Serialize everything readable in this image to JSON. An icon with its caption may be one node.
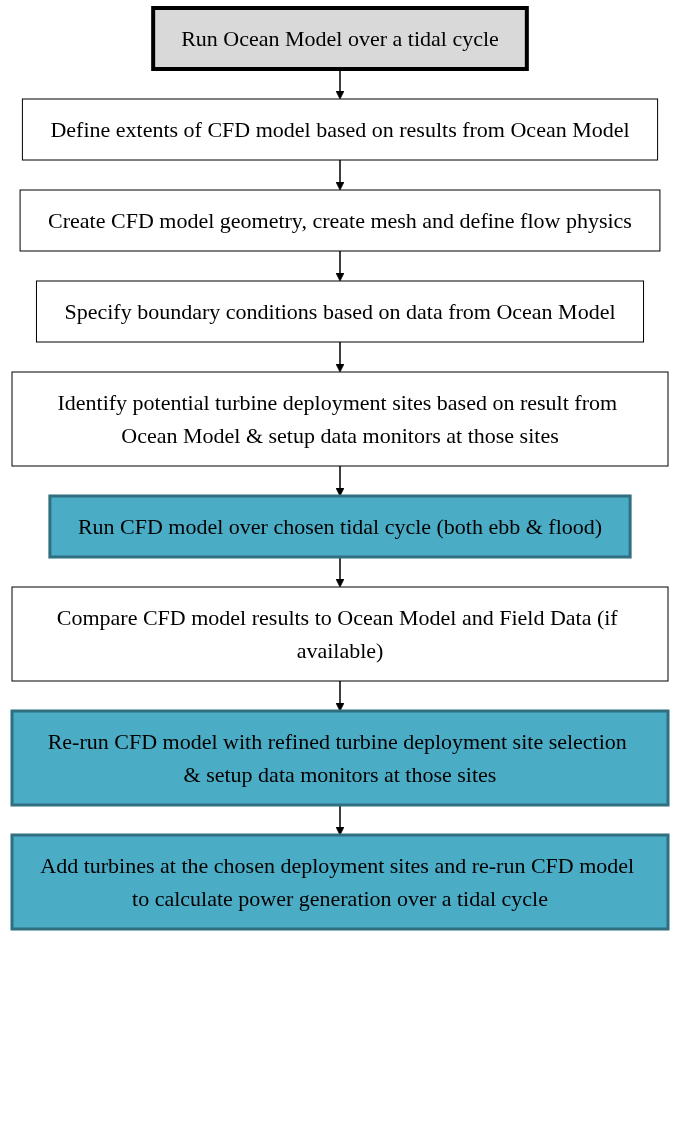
{
  "diagram": {
    "nodes": [
      {
        "text": [
          "Run Ocean Model over a tidal cycle"
        ]
      },
      {
        "text": [
          "Define extents of CFD model based on results from Ocean Model"
        ]
      },
      {
        "text": [
          "Create CFD model geometry, create mesh and define flow physics"
        ]
      },
      {
        "text": [
          "Specify boundary conditions based on data from Ocean Model"
        ]
      },
      {
        "text": [
          "Identify potential turbine deployment sites based on result from Ocean Model & setup data monitors at those sites"
        ]
      },
      {
        "text": [
          "Run CFD model over chosen tidal cycle (both ebb & flood)"
        ]
      },
      {
        "text": [
          "Compare CFD model results to Ocean Model and Field Data (if available)"
        ]
      },
      {
        "text": [
          "Re-run CFD model with refined turbine deployment site selection & setup data monitors at those sites"
        ]
      },
      {
        "text": [
          "Add turbines at the chosen deployment sites and re-run CFD model to calculate power generation over a tidal cycle"
        ]
      }
    ],
    "edges": [
      {
        "from": 0,
        "to": 1,
        "arrow": "to"
      },
      {
        "from": 1,
        "to": 2,
        "arrow": "to"
      },
      {
        "from": 2,
        "to": 3,
        "arrow": "to"
      },
      {
        "from": 3,
        "to": 4,
        "arrow": "to"
      },
      {
        "from": 4,
        "to": 5,
        "arrow": "to"
      },
      {
        "from": 5,
        "to": 6,
        "arrow": "to"
      },
      {
        "from": 6,
        "to": 7,
        "arrow": "to"
      },
      {
        "from": 7,
        "to": 8,
        "arrow": "to"
      }
    ]
  }
}
